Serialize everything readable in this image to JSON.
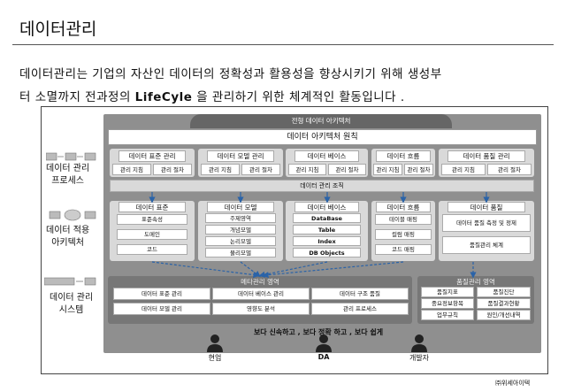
{
  "page_title": "데이터관리",
  "intro": {
    "line1": "데이터관리는 기업의 자산인 데이터의 정확성과 활용성을 향상시키기 위해 생성부",
    "line2_pre": "터 소멸까지 전과정의 ",
    "line2_bold": "LifeCyle",
    "line2_post": " 을 관리하기 위한 체계적인 활동입니다 ."
  },
  "diagram": {
    "top_header": "전형 데이터 아키텍처",
    "principles": "데이터 아키텍처 원칙",
    "left_labels": {
      "process": [
        "데이터 관리",
        "프로세스"
      ],
      "architecture": [
        "데이터 적용",
        "아키텍처"
      ],
      "system": [
        "데이터 관리",
        "시스템"
      ]
    },
    "process_groups": [
      {
        "title": "데이터 표준 관리",
        "items": [
          "관리 지침",
          "관리 절차"
        ]
      },
      {
        "title": "데이터 모델 관리",
        "items": [
          "관리 지침",
          "관리 절차"
        ]
      },
      {
        "title": "데이터 베이스",
        "items": [
          "관리 지침",
          "관리 절차"
        ]
      },
      {
        "title": "데이터 흐름",
        "items": [
          "관리 지침",
          "관리 절차"
        ]
      },
      {
        "title": "데이터 품질 관리",
        "items": [
          "관리 지침",
          "관리 절차"
        ]
      }
    ],
    "org_bar": "데이터 관리 조직",
    "arch_groups": [
      {
        "title": "데이터 표준",
        "items": [
          "표준속성",
          "도메인",
          "코드"
        ]
      },
      {
        "title": "데이터 모델",
        "items": [
          "주제영역",
          "개념모델",
          "논리모델",
          "물리모델"
        ]
      },
      {
        "title": "데이터 베이스",
        "items": [
          "DataBase",
          "Table",
          "Index",
          "DB Objects"
        ]
      },
      {
        "title": "데이터 흐름",
        "items": [
          "테이블 매핑",
          "컬럼 매핑",
          "코드 매핑"
        ]
      },
      {
        "title": "데이터 품질",
        "items": [
          "데이터 품질 측정 및 정제",
          "품질관리 체계"
        ]
      }
    ],
    "meta_area": {
      "title": "메타관리 영역",
      "items": [
        "데이터 표준 관리",
        "데이터 베이스 관리",
        "데이터 구조 품질",
        "데이터 모델 관리",
        "영향도 분석",
        "관리 프로세스"
      ]
    },
    "quality_area": {
      "title": "품질관리 영역",
      "items": [
        "품질지표",
        "품질진단",
        "중요정보항목",
        "품질결과현황",
        "업무규칙",
        "원인/개선내역"
      ]
    },
    "slogan": "보다 신속하고 , 보다 정확 하고 , 보다 쉽게",
    "users": [
      "현업",
      "DA",
      "개발자"
    ]
  },
  "footer": "㈜위세아이텍",
  "colors": {
    "outer": "#8f8f8f",
    "panel": "#d9d9d9",
    "header": "#666666",
    "arrow": "#2a63a8"
  }
}
